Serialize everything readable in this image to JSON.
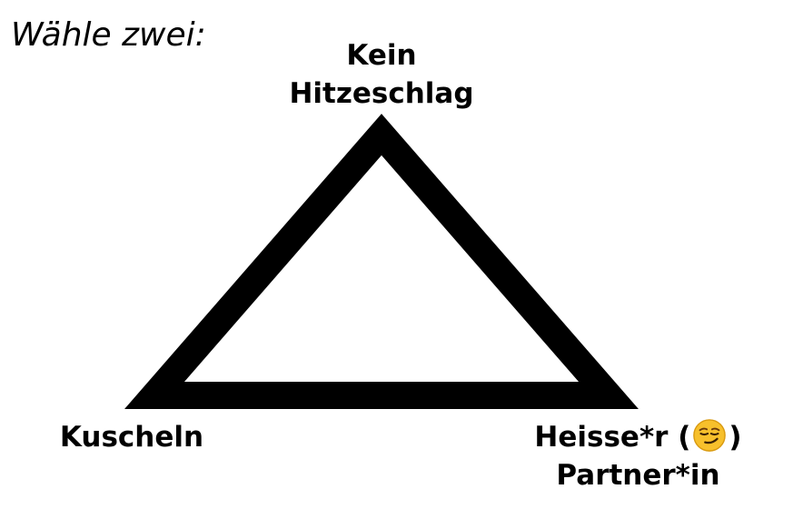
{
  "prompt": "Wähle zwei:",
  "corners": {
    "top": {
      "line1": "Kein",
      "line2": "Hitzeschlag"
    },
    "bottom_left": {
      "line1": "Kuscheln"
    },
    "bottom_right": {
      "line1_before": "Heisse*r (",
      "emoji": "smirking-face-icon",
      "line1_after": ")",
      "line2": "Partner*in"
    }
  },
  "colors": {
    "stroke": "#000000",
    "background": "#ffffff",
    "emoji_face": "#f7c02c"
  }
}
